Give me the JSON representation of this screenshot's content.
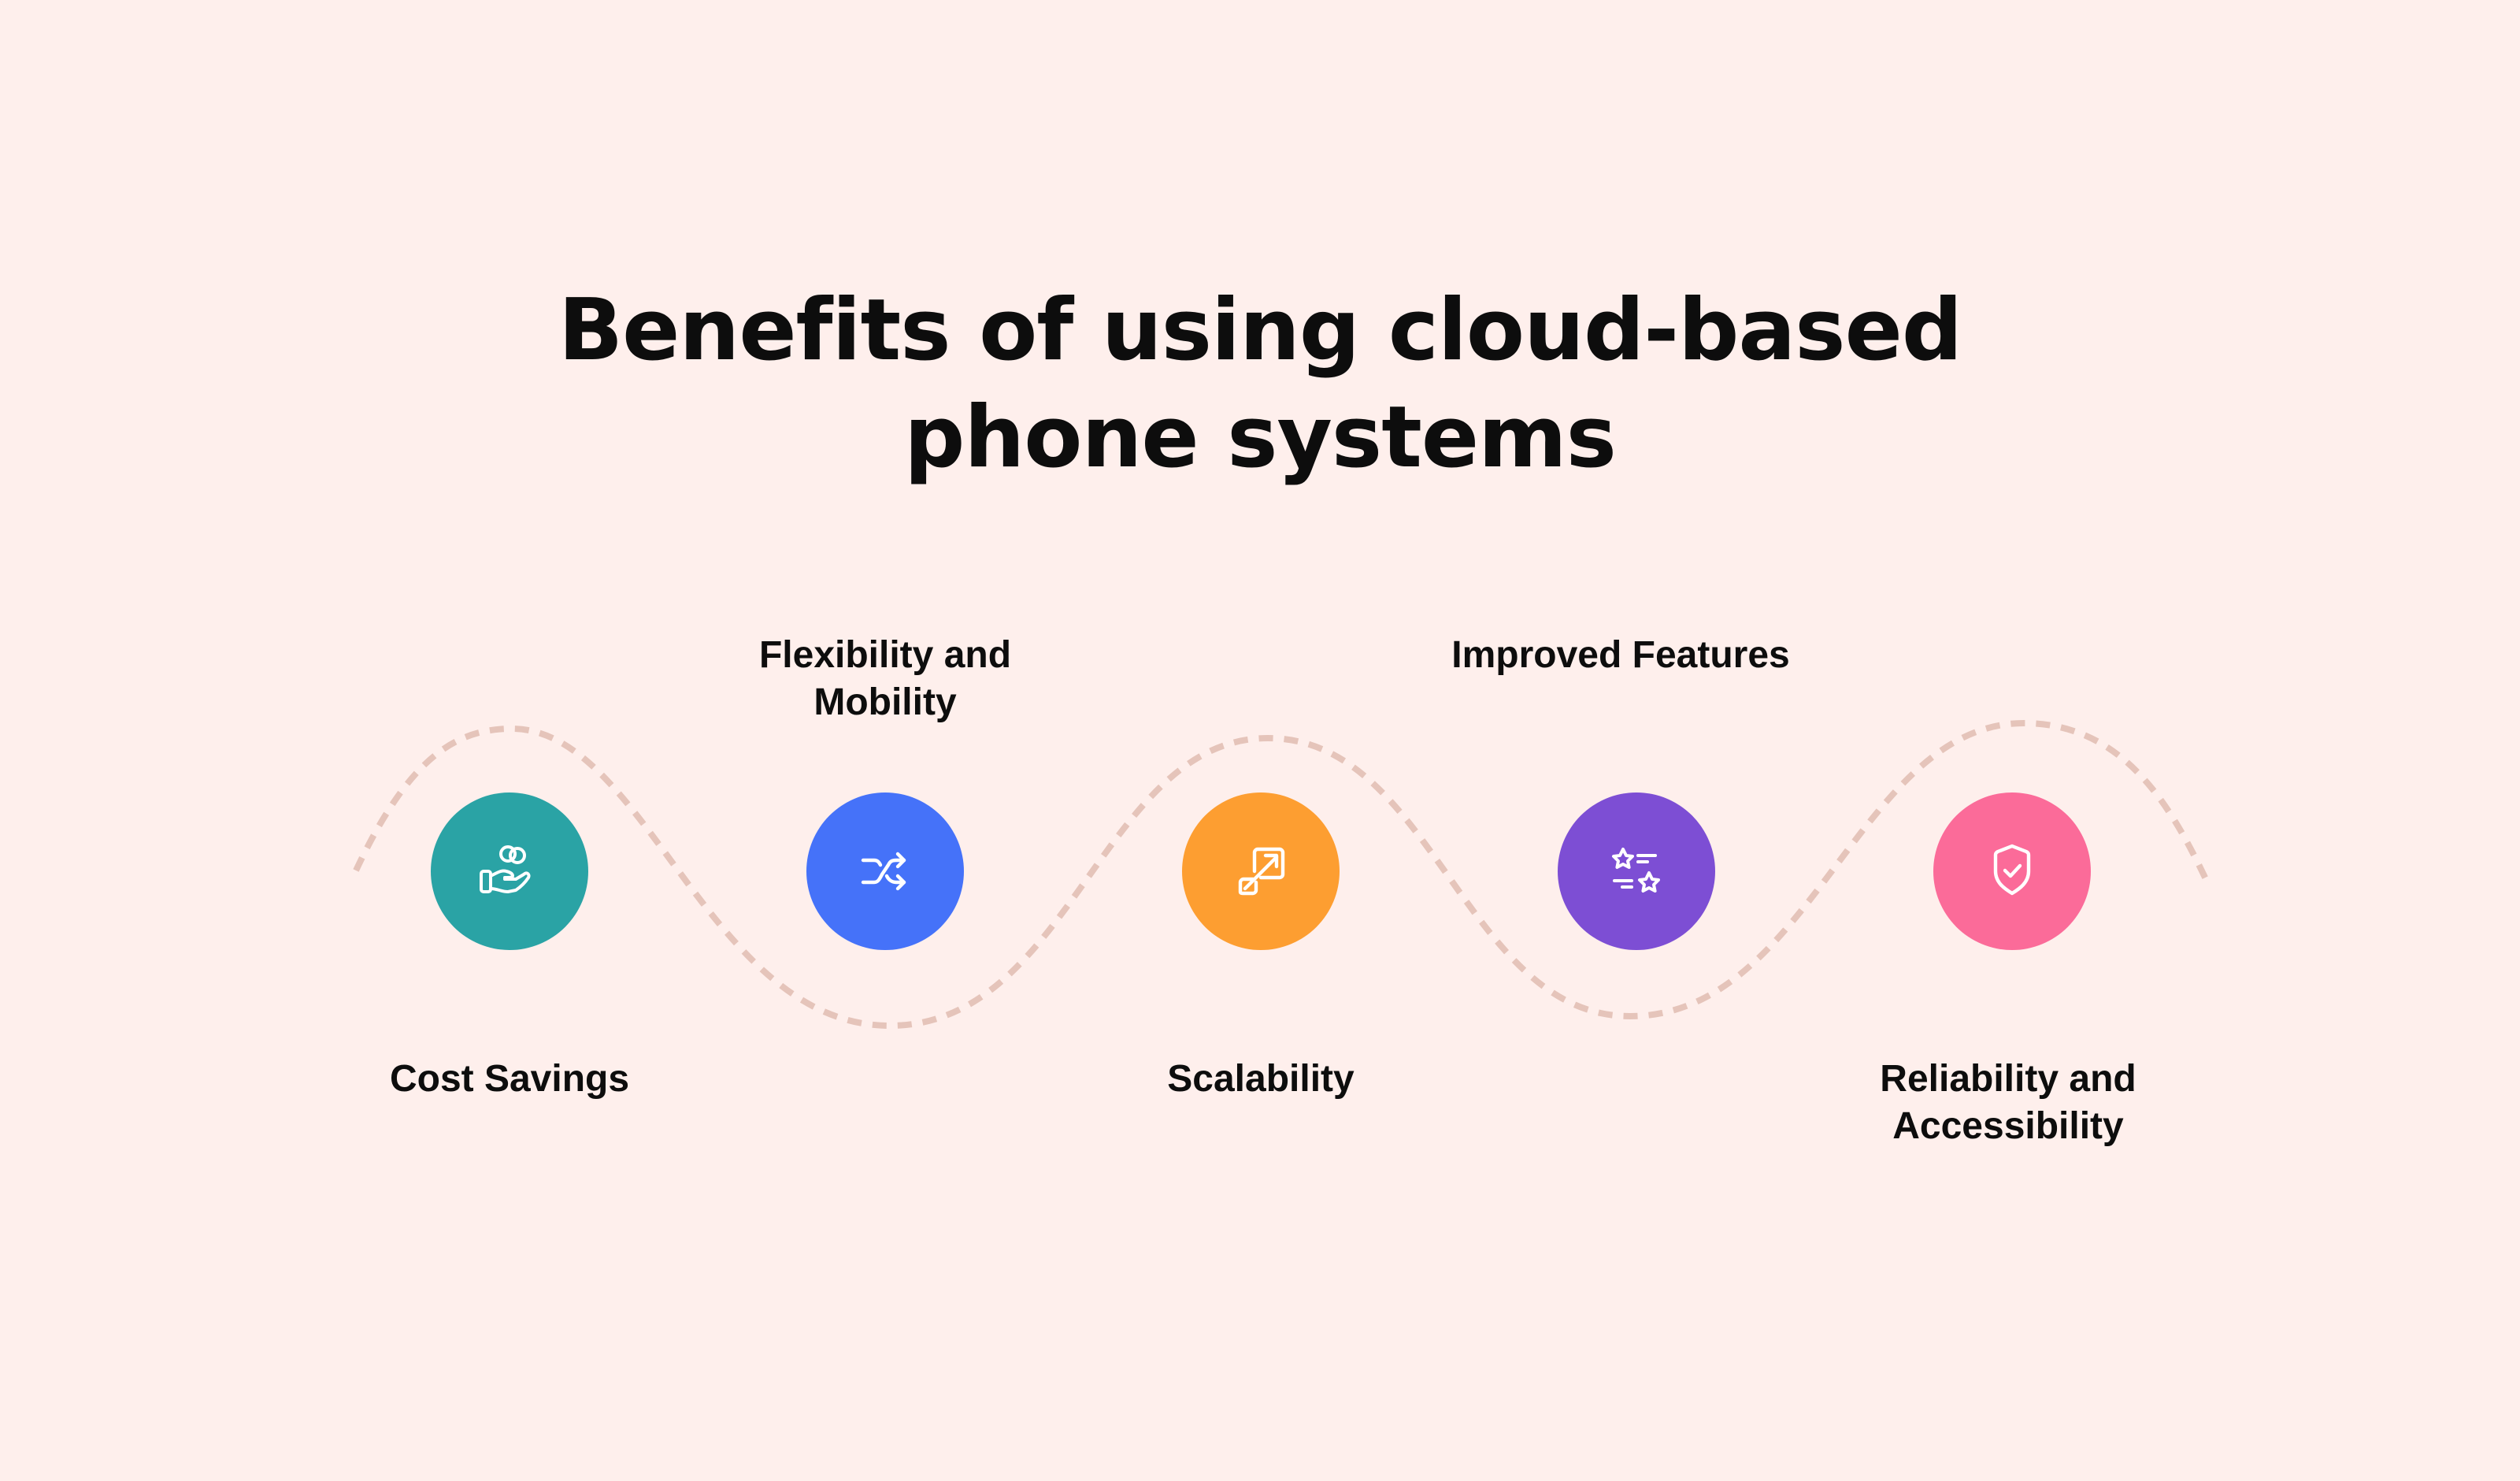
{
  "title": {
    "line1": "Benefits of using cloud-based",
    "line2": "phone systems"
  },
  "wave": {
    "color": "#E5C4BA",
    "style": "dashed"
  },
  "benefits": [
    {
      "label_line1": "Cost Savings",
      "label_line2": "",
      "position": "below",
      "color": "#2AA3A5",
      "icon": "hand-coins-icon"
    },
    {
      "label_line1": "Flexibility and",
      "label_line2": "Mobility",
      "position": "above",
      "color": "#4572F9",
      "icon": "shuffle-arrows-icon"
    },
    {
      "label_line1": "Scalability",
      "label_line2": "",
      "position": "below",
      "color": "#FD9E31",
      "icon": "expand-squares-arrow-icon"
    },
    {
      "label_line1": "Improved Features",
      "label_line2": "",
      "position": "above",
      "color": "#7D4ED4",
      "icon": "stars-list-icon"
    },
    {
      "label_line1": "Reliability and",
      "label_line2": "Accessibility",
      "position": "below",
      "color": "#FB6B99",
      "icon": "shield-check-icon"
    }
  ],
  "background": "#FEEFEC"
}
